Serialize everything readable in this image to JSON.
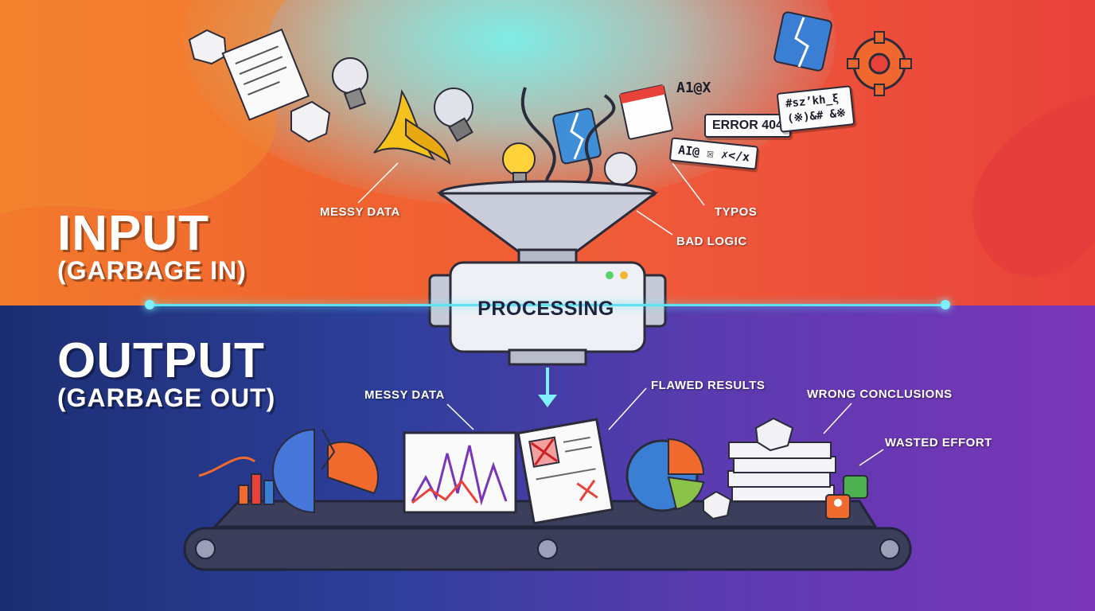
{
  "input": {
    "title": "INPUT",
    "subtitle": "(GARBAGE IN)"
  },
  "output": {
    "title": "OUTPUT",
    "subtitle": "(GARBAGE OUT)"
  },
  "processing_label": "PROCESSING",
  "input_labels": {
    "messy_data": "MESSY DATA",
    "typos": "TYPOS",
    "bad_logic": "BAD LOGIC"
  },
  "output_labels": {
    "messy_data": "MESSY DATA",
    "flawed_results": "FLAWED RESULTS",
    "wrong_conclusions": "WRONG CONCLUSIONS",
    "wasted_effort": "WASTED EFFORT"
  },
  "garbage_tags": {
    "a1x": "A1@X",
    "error": "ERROR 404",
    "garbled1_line1": "#sz’kh_ξ",
    "garbled1_line2": "(※)&# &※",
    "garbled2": "AI@ ☒ ✗</x"
  },
  "colors": {
    "top_left": "#f27a2c",
    "top_right": "#e8423b",
    "bottom_left": "#1c2e72",
    "bottom_right": "#7a35b8",
    "divider": "#5fe1f2"
  }
}
